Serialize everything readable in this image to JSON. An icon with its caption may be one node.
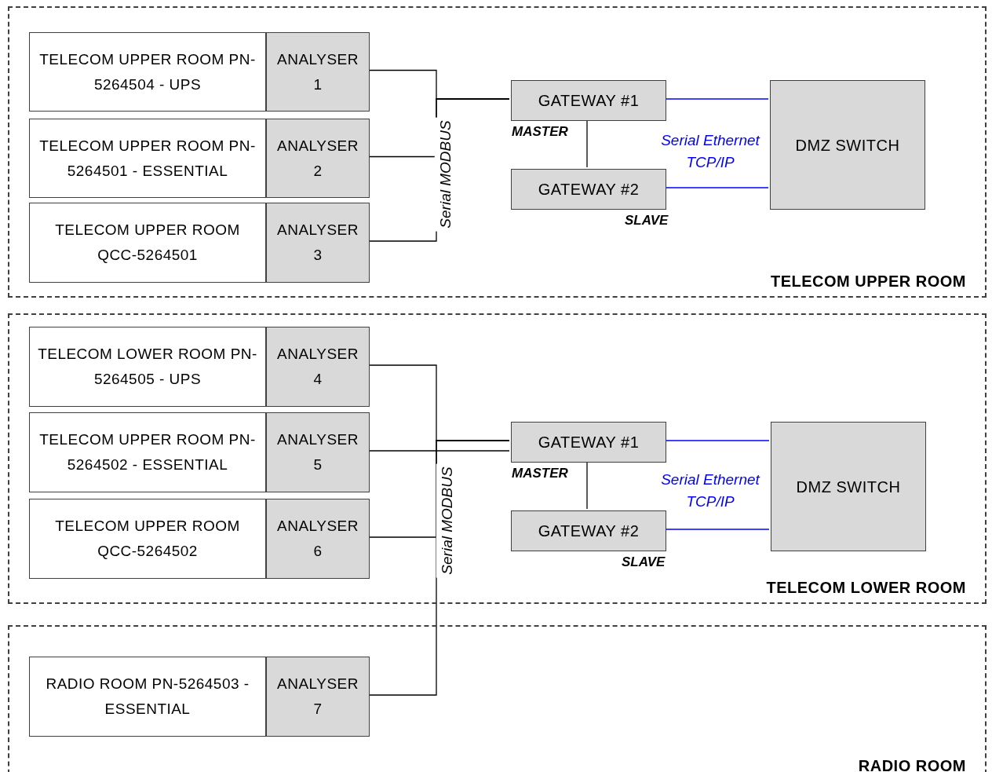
{
  "diagram": {
    "nodes": [
      {
        "text": [
          "TELECOM UPPER ROOM"
        ]
      },
      {
        "text": [
          "TELECOM UPPER ROOM PN-5264504 - UPS"
        ],
        "in": 0
      },
      {
        "text": [
          "ANALYSER 1"
        ],
        "in": 0
      },
      {
        "text": [
          "TELECOM UPPER ROOM PN-5264501 - ESSENTIAL"
        ],
        "in": 0
      },
      {
        "text": [
          "ANALYSER 2"
        ],
        "in": 0
      },
      {
        "text": [
          "TELECOM UPPER ROOM QCC-5264501"
        ],
        "in": 0
      },
      {
        "text": [
          "ANALYSER 3"
        ],
        "in": 0
      },
      {
        "text": [
          "GATEWAY #1"
        ],
        "beside": [
          "MASTER"
        ],
        "in": 0
      },
      {
        "text": [
          "GATEWAY #2"
        ],
        "beside": [
          "SLAVE"
        ],
        "in": 0
      },
      {
        "text": [
          "DMZ SWITCH"
        ],
        "in": 0
      },
      {
        "text": [
          "TELECOM LOWER ROOM"
        ]
      },
      {
        "text": [
          "TELECOM LOWER ROOM PN-5264505 - UPS"
        ],
        "in": 10
      },
      {
        "text": [
          "ANALYSER 4"
        ],
        "in": 10
      },
      {
        "text": [
          "TELECOM UPPER ROOM PN-5264502 - ESSENTIAL"
        ],
        "in": 10
      },
      {
        "text": [
          "ANALYSER 5"
        ],
        "in": 10
      },
      {
        "text": [
          "TELECOM UPPER ROOM QCC-5264502"
        ],
        "in": 10
      },
      {
        "text": [
          "ANALYSER 6"
        ],
        "in": 10
      },
      {
        "text": [
          "GATEWAY #1"
        ],
        "beside": [
          "MASTER"
        ],
        "in": 10
      },
      {
        "text": [
          "GATEWAY #2"
        ],
        "beside": [
          "SLAVE"
        ],
        "in": 10
      },
      {
        "text": [
          "DMZ SWITCH"
        ],
        "in": 10
      },
      {
        "text": [
          "RADIO ROOM"
        ]
      },
      {
        "text": [
          "RADIO ROOM PN-5264503 - ESSENTIAL"
        ],
        "in": 20
      },
      {
        "text": [
          "ANALYSER 7"
        ],
        "in": 20
      }
    ],
    "edges": [
      {
        "from": 2,
        "to": 7,
        "arrow": "none"
      },
      {
        "from": 4,
        "to": 7,
        "arrow": "none"
      },
      {
        "from": 6,
        "to": 7,
        "arrow": "none"
      },
      {
        "from": 7,
        "to": 8,
        "arrow": "none"
      },
      {
        "from": 7,
        "to": 9,
        "arrow": "none",
        "color": "#0000ff"
      },
      {
        "from": 8,
        "to": 9,
        "arrow": "none",
        "color": "#0000ff"
      },
      {
        "from": 12,
        "to": 17,
        "arrow": "none"
      },
      {
        "from": 14,
        "to": 17,
        "arrow": "none"
      },
      {
        "from": 16,
        "to": 17,
        "arrow": "none"
      },
      {
        "from": 22,
        "to": 17,
        "arrow": "none"
      },
      {
        "from": 17,
        "to": 18,
        "arrow": "none"
      },
      {
        "from": 17,
        "to": 19,
        "arrow": "none",
        "color": "#0000ff"
      },
      {
        "from": 18,
        "to": 19,
        "arrow": "none",
        "color": "#0000ff"
      }
    ],
    "labels": [
      "Serial MODBUS",
      "Serial Ethernet TCP/IP",
      "Serial MODBUS",
      "Serial Ethernet TCP/IP"
    ]
  }
}
